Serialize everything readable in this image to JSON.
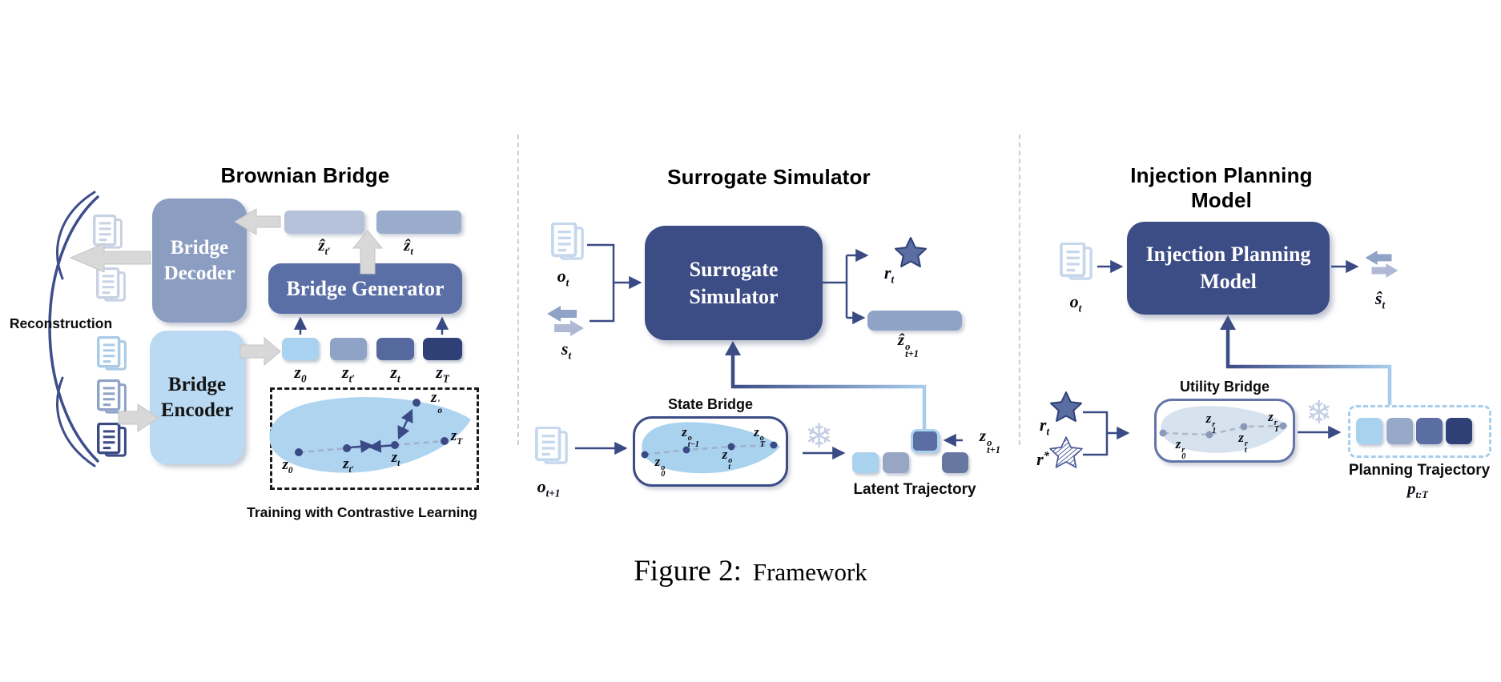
{
  "caption": {
    "prefix": "Figure 2:",
    "text": "Framework"
  },
  "icons": {
    "snowflake_glyph": "❄"
  },
  "colors": {
    "light_blue": "#A9D2EE",
    "steel_blue": "#8FA3C7",
    "medium_blue": "#5A6EA4",
    "dark_navy": "#2F4077",
    "box_navy": "#3C4C85",
    "decoder_blue": "#8B9DC1",
    "encoder_blue": "#B9DAF2",
    "generator_blue": "#5B6FA7",
    "arrow_gray": "#D8D8D8",
    "snowflake_blue": "#C3CDE6",
    "blob_blue": "#AED4F0",
    "pale_blob": "#D6E2EE"
  },
  "brownian": {
    "title": "Brownian Bridge",
    "decoder": "Bridge\nDecoder",
    "generator": "Bridge Generator",
    "encoder": "Bridge\nEncoder",
    "reconstruction": "Reconstruction",
    "contrastive": "Training with Contrastive Learning"
  },
  "surrogate": {
    "title": "Surrogate Simulator",
    "box": "Surrogate\nSimulator",
    "state_bridge": "State Bridge",
    "latent": "Latent Trajectory"
  },
  "injection": {
    "title": "Injection Planning Model",
    "box": "Injection Planning\nModel",
    "utility_bridge": "Utility Bridge",
    "planning": "Planning Trajectory"
  },
  "math": {
    "zhat_tp": {
      "base": "ẑ",
      "sub": "t′"
    },
    "zhat_t": {
      "base": "ẑ",
      "sub": "t"
    },
    "z0": {
      "base": "z",
      "sub": "0"
    },
    "ztp": {
      "base": "z",
      "sub": "t′"
    },
    "zt": {
      "base": "z",
      "sub": "t"
    },
    "zT": {
      "base": "z",
      "sub": "T"
    },
    "zpo": {
      "base": "z",
      "sup": "′",
      "sub": "o"
    },
    "ot": {
      "base": "o",
      "sub": "t"
    },
    "st": {
      "base": "s",
      "sub": "t"
    },
    "rt": {
      "base": "r",
      "sub": "t"
    },
    "zhat_o_t1": {
      "base": "ẑ",
      "sup": "o",
      "sub": "t+1"
    },
    "ot1": {
      "base": "o",
      "sub": "t+1"
    },
    "zo0": {
      "base": "z",
      "sup": "o",
      "sub": "0"
    },
    "zot_1": {
      "base": "z",
      "sup": "o",
      "sub": "t−1"
    },
    "zot": {
      "base": "z",
      "sup": "o",
      "sub": "t"
    },
    "zoT": {
      "base": "z",
      "sup": "o",
      "sub": "T"
    },
    "zo_t1": {
      "base": "z",
      "sup": "o",
      "sub": "t+1"
    },
    "shat_t": {
      "base": "ŝ",
      "sub": "t"
    },
    "rstar": {
      "base": "r",
      "sup": "*"
    },
    "zr0": {
      "base": "z",
      "sup": "r",
      "sub": "0"
    },
    "zr1": {
      "base": "z",
      "sup": "r",
      "sub": "1"
    },
    "zrt": {
      "base": "z",
      "sup": "r",
      "sub": "t"
    },
    "zrT": {
      "base": "z",
      "sup": "r",
      "sub": "T"
    },
    "ptT": {
      "base": "p",
      "sub": "t:T"
    }
  }
}
